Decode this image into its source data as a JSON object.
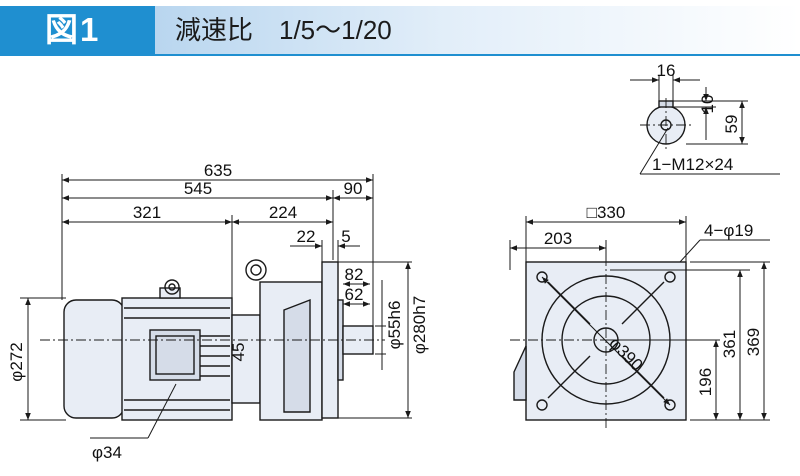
{
  "header": {
    "figure_label": "図1",
    "title": "減速比　1/5〜1/20"
  },
  "shaft_detail": {
    "dim_width": "16",
    "dim_key": "10",
    "dim_height": "59",
    "tap": "1−M12×24"
  },
  "side_view": {
    "dim_total": "635",
    "dim_body": "545",
    "dim_shaft_len": "90",
    "dim_motor": "321",
    "dim_gear": "224",
    "dim_flange": "22",
    "dim_5": "5",
    "dim_82": "82",
    "dim_62": "62",
    "dim_45": "45",
    "dia_shaft": "φ55h6",
    "dia_spigot": "φ280h7",
    "dia_motor": "φ272",
    "dia_cable": "φ34"
  },
  "front_view": {
    "dim_square": "□330",
    "dim_203": "203",
    "holes": "4−φ19",
    "pcd": "φ390",
    "dim_361": "361",
    "dim_369": "369",
    "dim_196": "196"
  },
  "colors": {
    "badge": "#1f8fd0",
    "body_fill": "#e8edf5",
    "line": "#1a1a1a"
  }
}
